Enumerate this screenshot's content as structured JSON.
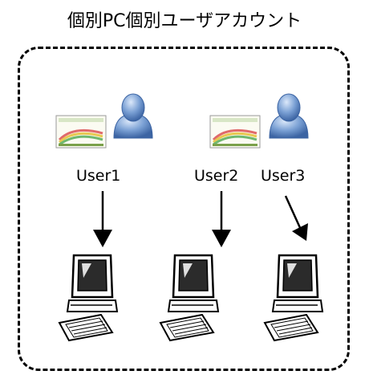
{
  "title": "個別PC個別ユーザアカウント",
  "users": [
    {
      "label": "User1"
    },
    {
      "label": "User2"
    },
    {
      "label": "User3"
    }
  ],
  "colors": {
    "person_body": "#4a78b8",
    "person_light": "#b7cfee",
    "screen": "#2b2b2b",
    "border": "#000000"
  }
}
